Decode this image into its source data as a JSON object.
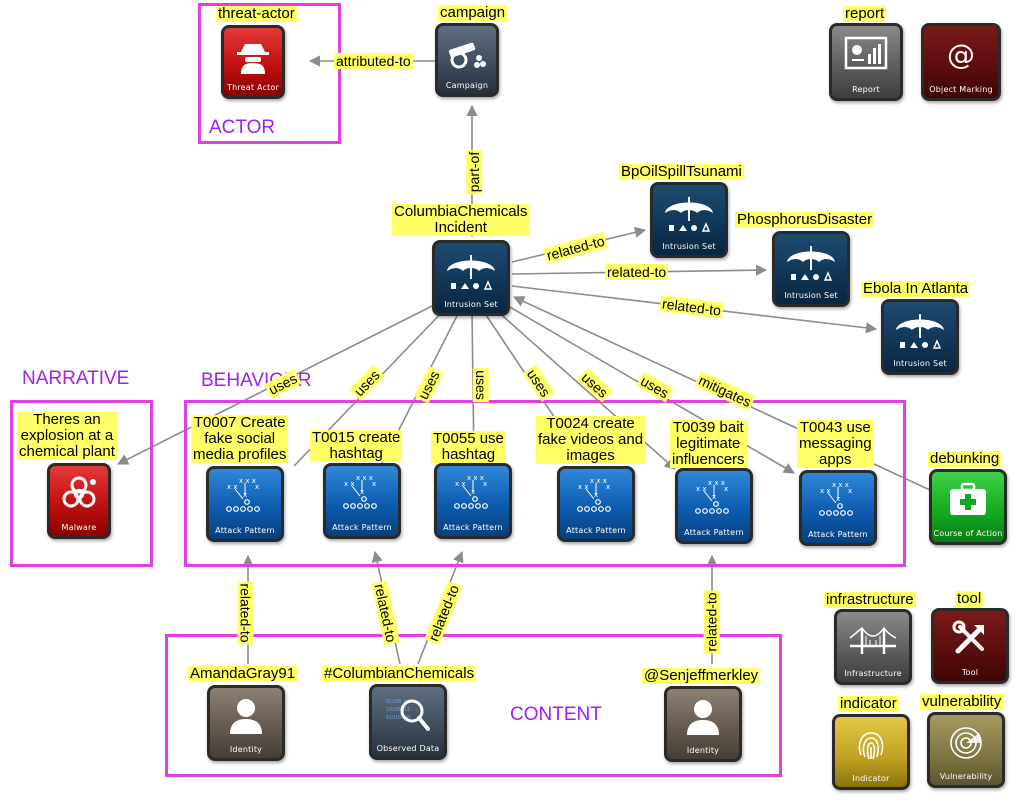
{
  "groups": {
    "actor": "ACTOR",
    "narrative": "NARRATIVE",
    "behaviour": "BEHAVIOUR",
    "content": "CONTENT"
  },
  "nodes": {
    "threat_actor": {
      "label": "threat-actor",
      "caption": "Threat Actor"
    },
    "campaign": {
      "label": "campaign",
      "caption": "Campaign"
    },
    "report": {
      "label": "report",
      "caption": "Report"
    },
    "object_marking": {
      "caption": "Object Marking"
    },
    "incident": {
      "label": "ColumbiaChemicals\nIncident",
      "caption": "Intrusion Set"
    },
    "bp": {
      "label": "BpOilSpillTsunami",
      "caption": "Intrusion Set"
    },
    "phosphorus": {
      "label": "PhosphorusDisaster",
      "caption": "Intrusion Set"
    },
    "ebola": {
      "label": "Ebola In Atlanta",
      "caption": "Intrusion Set"
    },
    "malware": {
      "label": "Theres an\nexplosion at a\nchemical plant",
      "caption": "Malware"
    },
    "t0007": {
      "label": "T0007 Create\nfake social\nmedia profiles",
      "caption": "Attack Pattern"
    },
    "t0015": {
      "label": "T0015 create\nhashtag",
      "caption": "Attack Pattern"
    },
    "t0055": {
      "label": "T0055 use\nhashtag",
      "caption": "Attack Pattern"
    },
    "t0024": {
      "label": "T0024 create\nfake videos and\nimages",
      "caption": "Attack Pattern"
    },
    "t0039": {
      "label": "T0039 bait\nlegitimate\ninfluencers",
      "caption": "Attack Pattern"
    },
    "t0043": {
      "label": "T0043 use\nmessaging\napps",
      "caption": "Attack Pattern"
    },
    "debunking": {
      "label": "debunking",
      "caption": "Course of Action"
    },
    "amanda": {
      "label": "AmandaGray91",
      "caption": "Identity"
    },
    "columbian": {
      "label": "#ColumbianChemicals",
      "caption": "Observed Data"
    },
    "senjeff": {
      "label": "@Senjeffmerkley",
      "caption": "Identity"
    },
    "infrastructure": {
      "label": "infrastructure",
      "caption": "Infrastructure"
    },
    "tool": {
      "label": "tool",
      "caption": "Tool"
    },
    "indicator": {
      "label": "indicator",
      "caption": "Indicator"
    },
    "vulnerability": {
      "label": "vulnerability",
      "caption": "Vulnerability"
    }
  },
  "edges": {
    "attributed_to": "attributed-to",
    "part_of": "part-of",
    "related_to": "related-to",
    "uses": "uses",
    "mitigates": "mitigates"
  },
  "colors": {
    "group_border": "#e040e0",
    "group_title": "#a020f0",
    "label_bg": "#ffff66",
    "edge": "#8c8c8c"
  },
  "icons": [
    "spy-icon",
    "cannon-icon",
    "report-icon",
    "at-sign-icon",
    "umbrella-icon",
    "biohazard-icon",
    "play-diagram-icon",
    "first-aid-icon",
    "person-icon",
    "magnifier-icon",
    "bridge-icon",
    "tools-icon",
    "fingerprint-icon",
    "radar-icon"
  ]
}
